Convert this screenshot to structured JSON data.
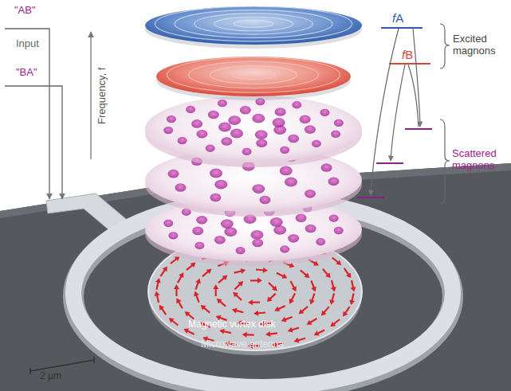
{
  "diagram": {
    "labels": [
      "\"AB\"",
      "Input",
      "\"BA\"",
      "Frequency, f",
      "fA",
      "fB",
      "Excited magnons",
      "Scattered magnons",
      "Magnetic vortex disk",
      "Microwave antenna",
      "2 µm"
    ]
  }
}
